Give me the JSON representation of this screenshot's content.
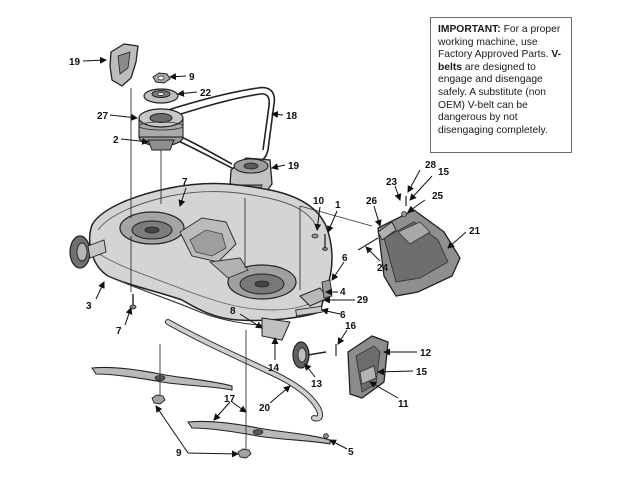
{
  "notice": {
    "important_label": "IMPORTANT:",
    "important_text": " For a proper working machine, use Factory Approved Parts.",
    "vbelts_label": "V-belts",
    "vbelts_text": " are designed to engage and disengage safely. A substitute (non OEM) V-belt can be dangerous by not disengaging completely."
  },
  "callouts": {
    "c19a": "19",
    "c9a": "9",
    "c22": "22",
    "c27": "27",
    "c18": "18",
    "c2": "2",
    "c19b": "19",
    "c7a": "7",
    "c10": "10",
    "c1": "1",
    "c28": "28",
    "c15a": "15",
    "c23": "23",
    "c25": "25",
    "c26": "26",
    "c21": "21",
    "c24": "24",
    "c6a": "6",
    "c4": "4",
    "c29": "29",
    "c3": "3",
    "c7b": "7",
    "c8": "8",
    "c6b": "6",
    "c16": "16",
    "c12": "12",
    "c14": "14",
    "c13": "13",
    "c15b": "15",
    "c11": "11",
    "c20": "20",
    "c17": "17",
    "c5": "5",
    "c9b": "9"
  }
}
